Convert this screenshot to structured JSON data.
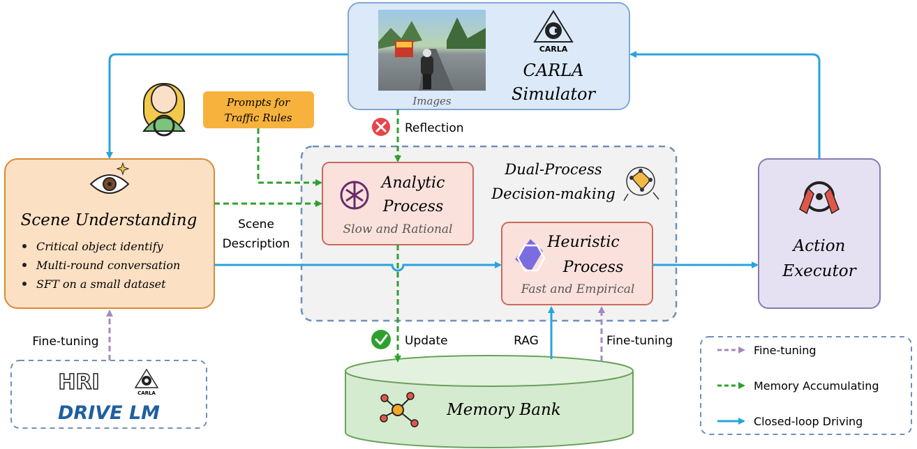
{
  "simulator": {
    "logo_text": "CARLA",
    "title_line1": "CARLA",
    "title_line2": "Simulator",
    "images_caption": "Images"
  },
  "prompts": {
    "line1": "Prompts for",
    "line2": "Traffic Rules"
  },
  "reflection_label": "Reflection",
  "scene_understanding": {
    "title": "Scene Understanding",
    "bullets": [
      "Critical object identify",
      "Multi-round conversation",
      "SFT on a small dataset"
    ]
  },
  "scene_description": {
    "line1": "Scene",
    "line2": "Description"
  },
  "dual_process": {
    "line1": "Dual-Process",
    "line2": "Decision-making"
  },
  "analytic": {
    "line1": "Analytic",
    "line2": "Process",
    "subtitle": "Slow and Rational"
  },
  "heuristic": {
    "line1": "Heuristic",
    "line2": "Process",
    "subtitle": "Fast and Empirical"
  },
  "action_executor": {
    "line1": "Action",
    "line2": "Executor"
  },
  "memory_bank": {
    "label": "Memory Bank"
  },
  "update_label": "Update",
  "rag_label": "RAG",
  "finetuning_left_label": "Fine-tuning",
  "finetuning_right_label": "Fine-tuning",
  "datasets": {
    "hri_logo": "HRI",
    "carla_logo": "CARLA",
    "drivelm_logo": "DRIVE LM"
  },
  "legend": {
    "items": [
      {
        "label": "Fine-tuning",
        "color": "#a688c0"
      },
      {
        "label": "Memory Accumulating",
        "color": "#2ea02e"
      },
      {
        "label": "Closed-loop Driving",
        "color": "#29a3dd"
      }
    ]
  },
  "colors": {
    "blue_arrow": "#29a3dd",
    "green_arrow": "#2ea02e",
    "purple_arrow": "#a688c0",
    "simulator_fill": "#dbe9f8",
    "scene_fill": "#fce0c4",
    "process_fill": "#fbe1dc",
    "action_fill": "#e6e1f2",
    "memory_fill": "#d5ebcf",
    "prompt_fill": "#f6b23c"
  }
}
